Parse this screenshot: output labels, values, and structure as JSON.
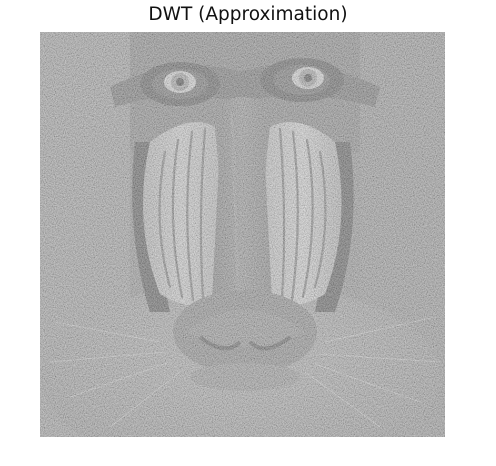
{
  "figure": {
    "title": "DWT (Approximation)"
  },
  "image": {
    "subject": "grayscale mandrill face (DWT approximation sub-band)",
    "colormap": "gray"
  }
}
